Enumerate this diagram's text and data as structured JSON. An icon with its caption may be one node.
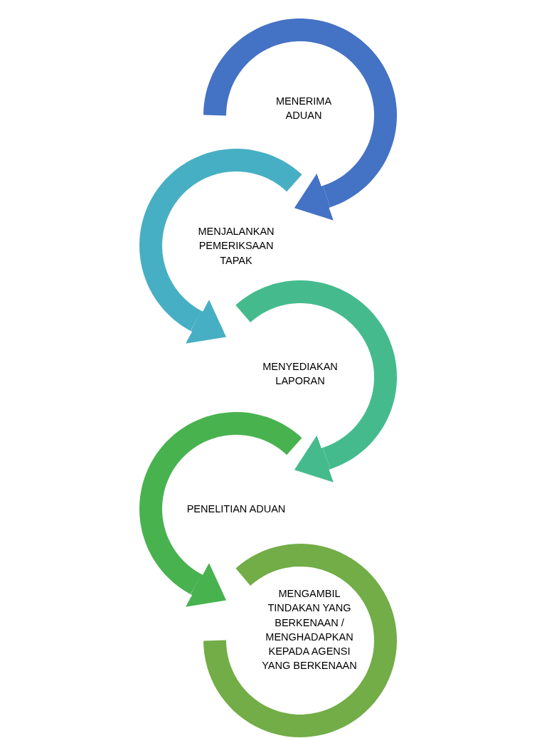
{
  "diagram": {
    "nodes": [
      {
        "text": [
          "MENERIMA ADUAN"
        ]
      },
      {
        "text": [
          "MENJALANKAN PEMERIKSAAN TAPAK"
        ]
      },
      {
        "text": [
          "MENYEDIAKAN LAPORAN"
        ]
      },
      {
        "text": [
          "PENELITIAN ADUAN"
        ]
      },
      {
        "text": [
          "MENGAMBIL TINDAKAN YANG BERKENAAN / MENGHADAPKAN KEPADA AGENSI YANG BERKENAAN"
        ]
      }
    ],
    "edges": [
      {
        "from": 0,
        "to": 1,
        "arrow": "to",
        "color": "#4472c4"
      },
      {
        "from": 1,
        "to": 2,
        "arrow": "to",
        "color": "#47afc3"
      },
      {
        "from": 2,
        "to": 3,
        "arrow": "to",
        "color": "#45bb8d"
      },
      {
        "from": 3,
        "to": 4,
        "arrow": "to",
        "color": "#48b24f"
      }
    ]
  }
}
